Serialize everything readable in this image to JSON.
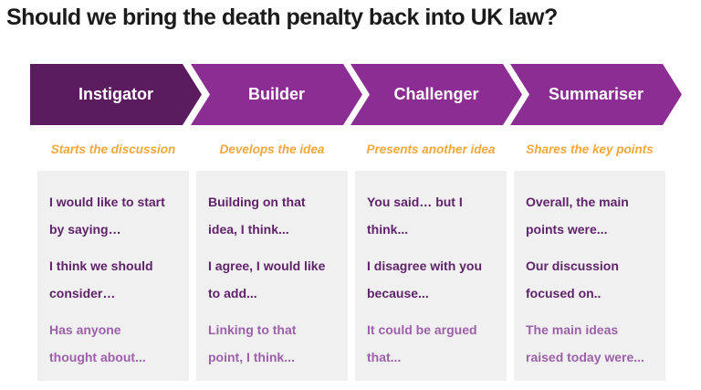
{
  "title": "Should we bring the death penalty back into UK law?",
  "colors": {
    "chevron_first": "#5A1C5F",
    "chevron_rest": "#8B2D92",
    "chevron_label_text": "#ffffff",
    "subtitle_orange": "#F3A83C",
    "box_background": "#F1F0F1",
    "phrase_dark_purple": "#5F2369",
    "phrase_light_purple": "#9C60A9",
    "title_text": "#1b1b1b"
  },
  "columns": [
    {
      "role": "Instigator",
      "subtitle": "Starts the discussion",
      "phrases": [
        {
          "tone": "dark",
          "lines": [
            "I would like to start",
            "by saying…"
          ]
        },
        {
          "tone": "dark",
          "lines": [
            "I think we should",
            "consider…"
          ]
        },
        {
          "tone": "light",
          "lines": [
            "Has anyone",
            "thought about..."
          ]
        }
      ]
    },
    {
      "role": "Builder",
      "subtitle": "Develops the idea",
      "phrases": [
        {
          "tone": "dark",
          "lines": [
            "Building on that",
            "idea, I think..."
          ]
        },
        {
          "tone": "dark",
          "lines": [
            "I agree, I would like",
            "to add..."
          ]
        },
        {
          "tone": "light",
          "lines": [
            "Linking to that",
            "point, I think..."
          ]
        }
      ]
    },
    {
      "role": "Challenger",
      "subtitle": "Presents another idea",
      "phrases": [
        {
          "tone": "dark",
          "lines": [
            "You said… but I",
            "think..."
          ]
        },
        {
          "tone": "dark",
          "lines": [
            "I disagree with you",
            "because..."
          ]
        },
        {
          "tone": "light",
          "lines": [
            "It could be argued",
            "that..."
          ]
        }
      ]
    },
    {
      "role": "Summariser",
      "subtitle": "Shares the key points",
      "phrases": [
        {
          "tone": "dark",
          "lines": [
            "Overall, the main",
            "points were..."
          ]
        },
        {
          "tone": "dark",
          "lines": [
            "Our discussion",
            "focused on.."
          ]
        },
        {
          "tone": "light",
          "lines": [
            "The main ideas",
            "raised today were..."
          ]
        }
      ]
    }
  ]
}
